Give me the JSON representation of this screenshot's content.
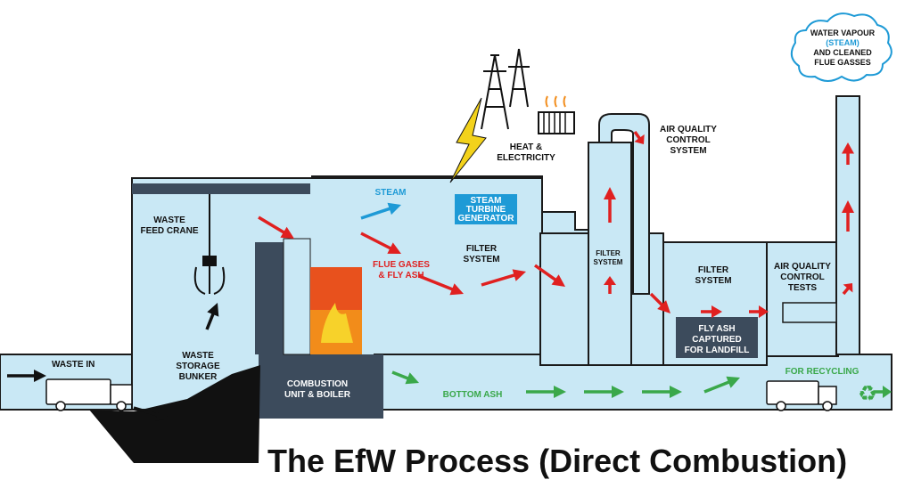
{
  "title": "The EfW Process (Direct Combustion)",
  "labels": {
    "waste_in": "WASTE IN",
    "waste_feed_crane": [
      "WASTE",
      "FEED CRANE"
    ],
    "waste_storage_bunker": [
      "WASTE",
      "STORAGE",
      "BUNKER"
    ],
    "combustion_unit": [
      "COMBUSTION",
      "UNIT & BOILER"
    ],
    "steam": "STEAM",
    "steam_turbine": [
      "STEAM",
      "TURBINE",
      "GENERATOR"
    ],
    "heat_electricity": [
      "HEAT &",
      "ELECTRICITY"
    ],
    "flue_gases": [
      "FLUE GASES",
      "& FLY ASH"
    ],
    "filter_system_main": [
      "FILTER",
      "SYSTEM"
    ],
    "filter_system_tower": [
      "FILTER",
      "SYSTEM"
    ],
    "filter_system_right": [
      "FILTER",
      "SYSTEM"
    ],
    "air_quality_control_system": [
      "AIR QUALITY",
      "CONTROL",
      "SYSTEM"
    ],
    "air_quality_control_tests": [
      "AIR QUALITY",
      "CONTROL",
      "TESTS"
    ],
    "fly_ash_captured": [
      "FLY ASH",
      "CAPTURED",
      "FOR LANDFILL"
    ],
    "bottom_ash": "BOTTOM ASH",
    "for_recycling": "FOR RECYCLING",
    "water_vapour": [
      "WATER VAPOUR",
      "(STEAM)",
      "AND CLEANED",
      "FLUE GASSES"
    ]
  },
  "colors": {
    "building": "#c9e8f5",
    "outline": "#1a1a1a",
    "dark_structure": "#3c4b5c",
    "red_flow": "#e02020",
    "blue_flow": "#1e9ad6",
    "green_flow": "#3aa84a",
    "fly_ash_box": "#3c4b5c",
    "lightning": "#f3d21b",
    "fire": "#f28c1a"
  },
  "icons": [
    "electricity-pylon-icon",
    "radiator-icon",
    "lightning-icon",
    "fire-icon",
    "crane-grab-icon",
    "garbage-truck-icon",
    "recycling-icon",
    "cloud-icon"
  ]
}
